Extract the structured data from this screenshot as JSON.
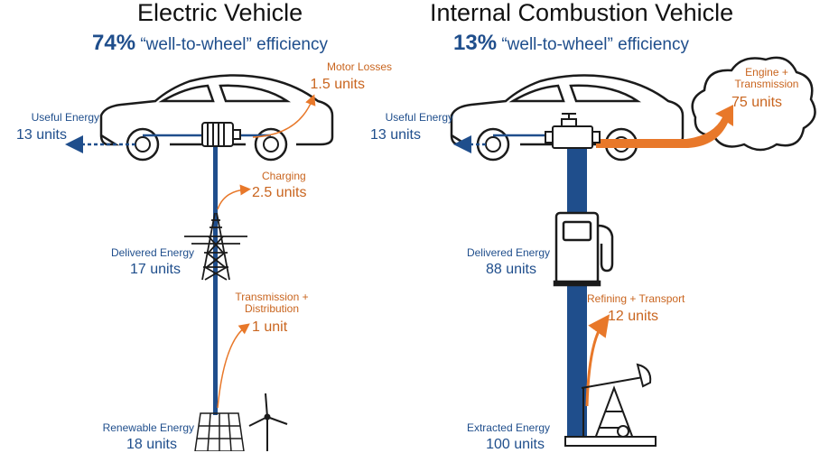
{
  "ev": {
    "title": "Electric Vehicle",
    "efficiency_value": "74%",
    "efficiency_text": "“well-to-wheel” efficiency",
    "motor_losses": {
      "label": "Motor Losses",
      "value": "1.5 units"
    },
    "useful_energy": {
      "label": "Useful Energy",
      "value": "13 units"
    },
    "charging": {
      "label": "Charging",
      "value": "2.5 units"
    },
    "delivered_energy": {
      "label": "Delivered Energy",
      "value": "17 units"
    },
    "transmission": {
      "label_line1": "Transmission +",
      "label_line2": "Distribution",
      "value": "1 unit"
    },
    "renewable_energy": {
      "label": "Renewable Energy",
      "value": "18 units"
    }
  },
  "ice": {
    "title": "Internal Combustion Vehicle",
    "efficiency_value": "13%",
    "efficiency_text": "“well-to-wheel” efficiency",
    "engine": {
      "label_line1": "Engine +",
      "label_line2": "Transmission",
      "value": "75 units"
    },
    "useful_energy": {
      "label": "Useful Energy",
      "value": "13 units"
    },
    "delivered_energy": {
      "label": "Delivered Energy",
      "value": "88 units"
    },
    "refining": {
      "label": "Refining + Transport",
      "value": "12 units"
    },
    "extracted_energy": {
      "label": "Extracted Energy",
      "value": "100 units"
    }
  },
  "colors": {
    "blue": "#1f4e8c",
    "orange": "#e8782a",
    "outline": "#1b1b1b"
  },
  "icons": [
    "car-icon",
    "electric-motor-icon",
    "engine-icon",
    "pylon-icon",
    "solar-panel-icon",
    "wind-turbine-icon",
    "fuel-pump-icon",
    "oil-pumpjack-icon",
    "exhaust-cloud-icon"
  ]
}
